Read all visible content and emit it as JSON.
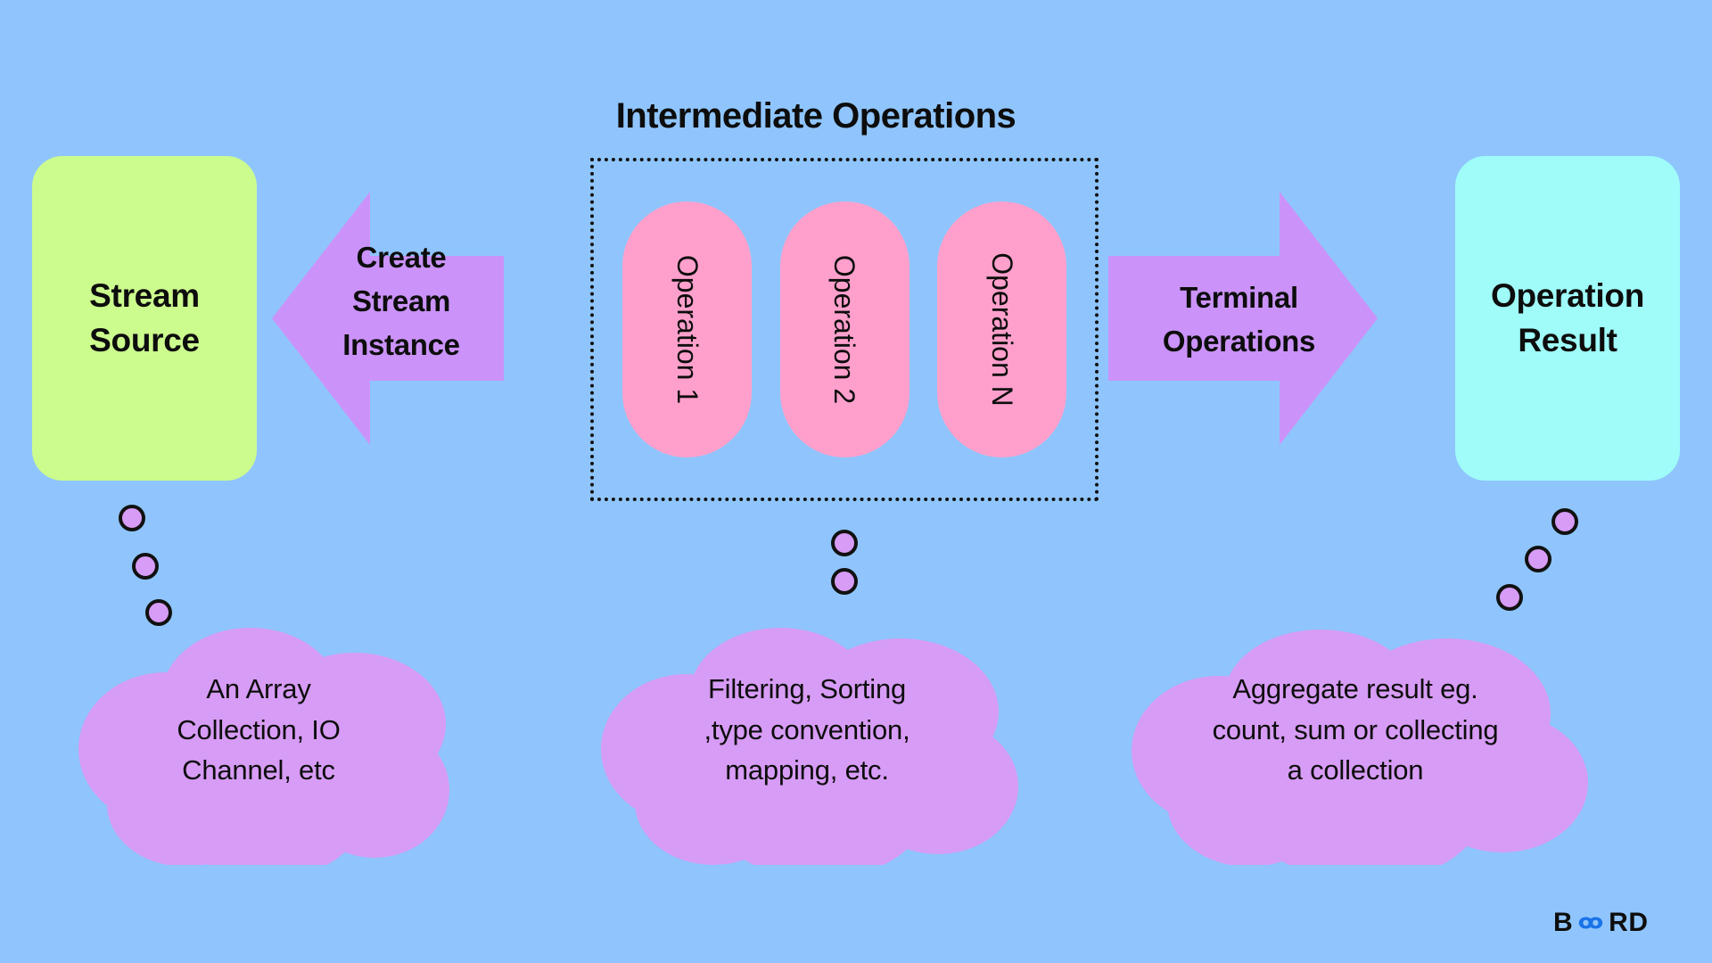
{
  "diagram": {
    "title": "Intermediate Operations",
    "background_color": "#8fc5fc"
  },
  "nodes": {
    "stream_source": {
      "line1": "Stream",
      "line2": "Source",
      "color": "#ccfb8e"
    },
    "operation_result": {
      "line1": "Operation",
      "line2": "Result",
      "color": "#9ffcf9"
    }
  },
  "arrows": {
    "left": {
      "line1": "Create",
      "line2": "Stream",
      "line3": "Instance",
      "direction": "left",
      "color": "#cb93f9"
    },
    "right": {
      "line1": "Terminal",
      "line2": "Operations",
      "direction": "right",
      "color": "#cb93f9"
    }
  },
  "operations": {
    "color": "#ffa0cc",
    "items": [
      {
        "label": "Operation 1"
      },
      {
        "label": "Operation 2"
      },
      {
        "label": "Operation N"
      }
    ]
  },
  "clouds": {
    "color": "#d79cf5",
    "source": {
      "line1": "An Array",
      "line2": "Collection, IO",
      "line3": "Channel, etc",
      "bubble_count": 3
    },
    "intermediate": {
      "line1": "Filtering, Sorting",
      "line2": ",type convention,",
      "line3": "mapping, etc.",
      "bubble_count": 2
    },
    "terminal": {
      "line1": "Aggregate result eg.",
      "line2": "count, sum or collecting",
      "line3": "a collection",
      "bubble_count": 3
    }
  },
  "logo": {
    "prefix": "B",
    "suffix": "RD",
    "accent_color": "#1a73e8",
    "text_color": "#0e0e0e",
    "full": "BOARD"
  }
}
